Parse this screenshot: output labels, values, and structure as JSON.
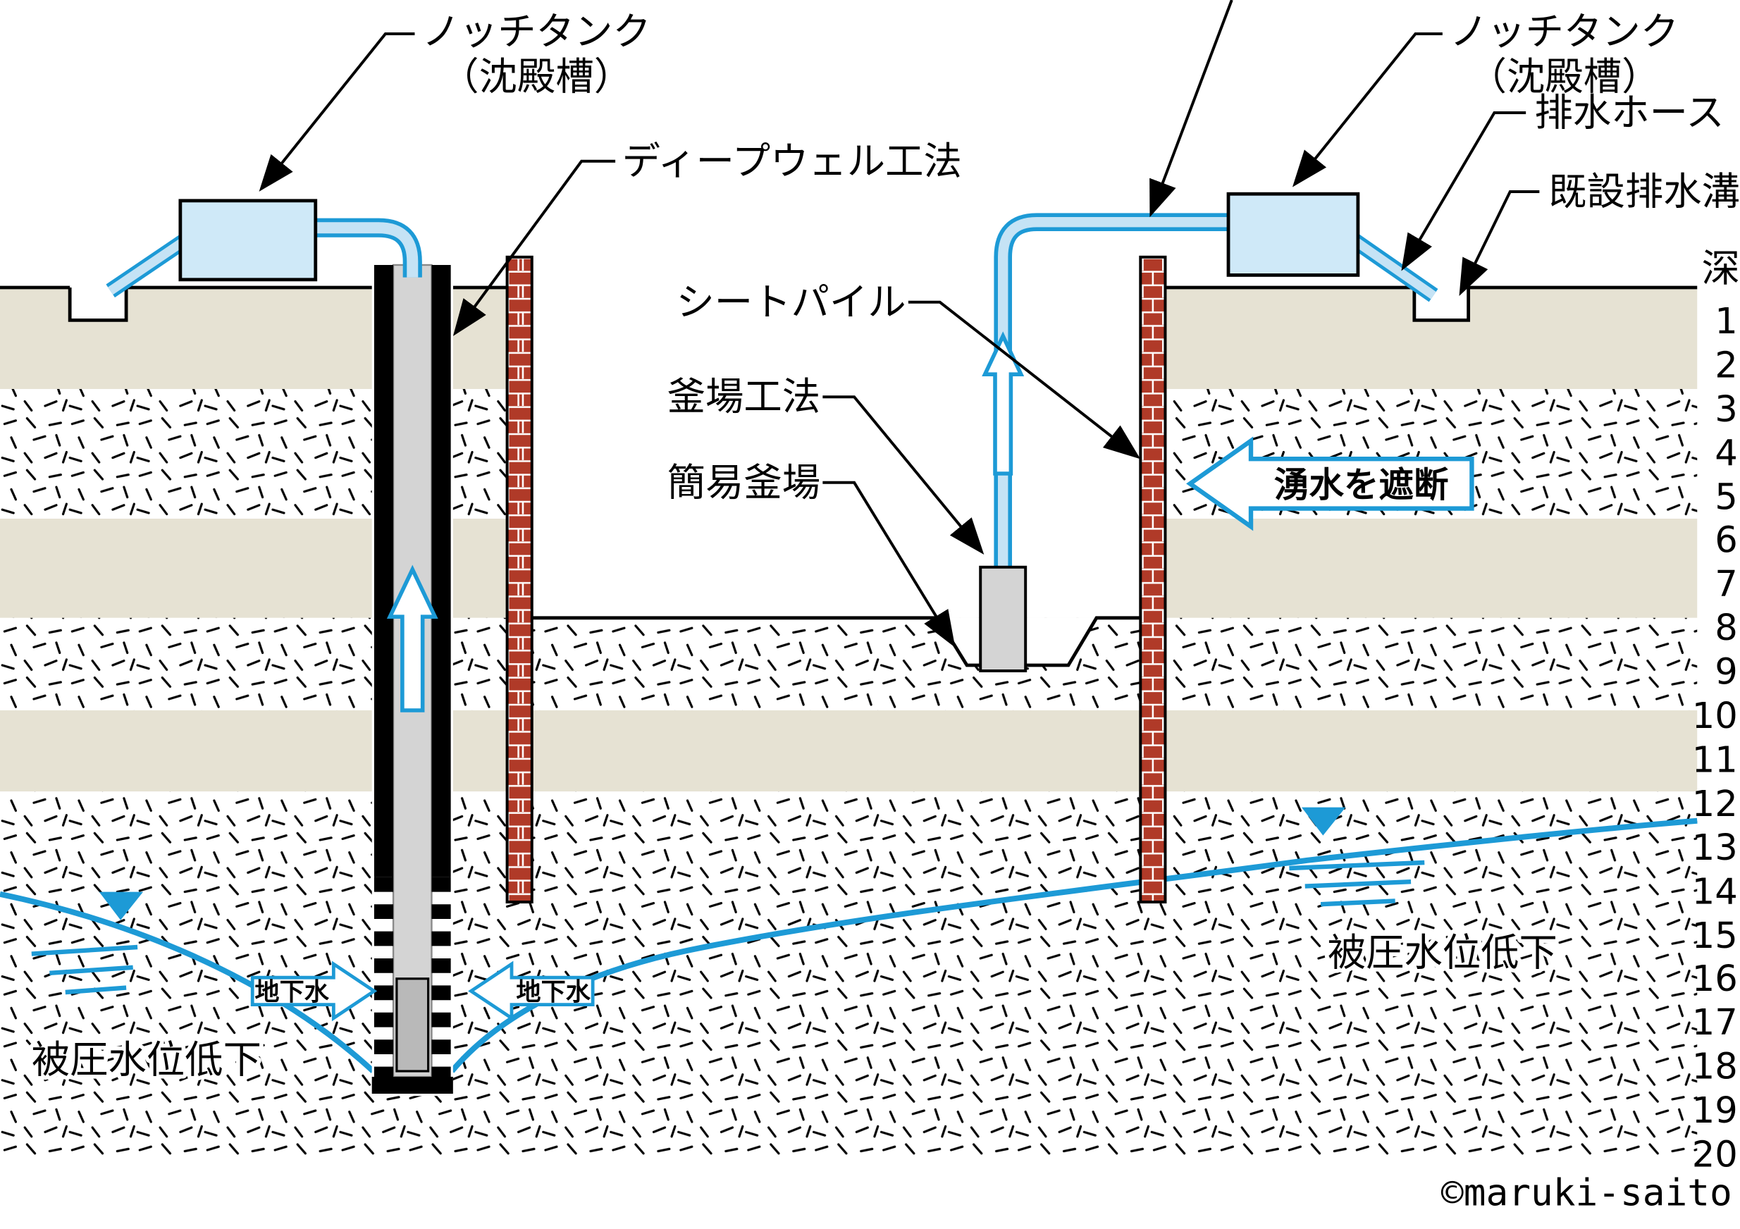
{
  "colors": {
    "ground_beige": "#e6e2d3",
    "speckle_ink": "#000000",
    "sheet_pile_red": "#b03a28",
    "water_blue": "#1d9ad6",
    "pipe_light_blue": "#c5e3f5",
    "tank_blue": "#cfe9f8",
    "pump_gray": "#d4d4d4",
    "casing_black": "#000000"
  },
  "labels": {
    "notch_tank_left_1": "ノッチタンク",
    "notch_tank_left_2": "（沈殿槽）",
    "deep_well_method": "ディープウェル工法",
    "sheet_pile": "シートパイル",
    "sump_method": "釜場工法",
    "simple_sump": "簡易釜場",
    "notch_tank_right_1": "ノッチタンク",
    "notch_tank_right_2": "（沈殿槽）",
    "drain_hose": "排水ホース",
    "existing_drain": "既設排水溝",
    "block_water": "湧水を遮断",
    "groundwater": "地下水",
    "confined_drawdown": "被圧水位低下",
    "depth_heading": "深",
    "copyright": "©maruki-saito"
  },
  "depth_scale": [
    "1",
    "2",
    "3",
    "4",
    "5",
    "6",
    "7",
    "8",
    "9",
    "10",
    "11",
    "12",
    "13",
    "14",
    "15",
    "16",
    "17",
    "18",
    "19",
    "20"
  ]
}
